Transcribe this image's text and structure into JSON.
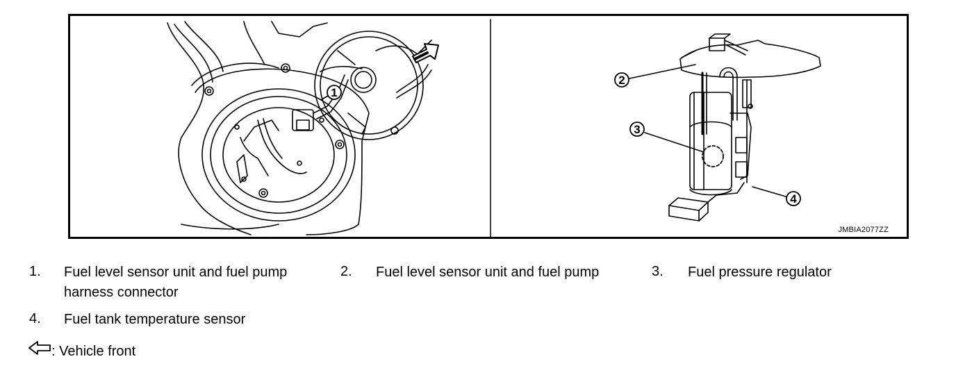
{
  "figure": {
    "id_label": "JMBIA2077ZZ",
    "callouts": [
      "1",
      "2",
      "3",
      "4"
    ]
  },
  "legend": {
    "items": [
      {
        "number": "1.",
        "text_line1": "Fuel level sensor unit and fuel pump",
        "text_line2": "harness connector"
      },
      {
        "number": "2.",
        "text_line1": "Fuel level sensor unit and fuel pump"
      },
      {
        "number": "3.",
        "text_line1": "Fuel pressure regulator"
      },
      {
        "number": "4.",
        "text_line1": "Fuel tank temperature sensor"
      }
    ],
    "arrow_note": ": Vehicle front"
  }
}
